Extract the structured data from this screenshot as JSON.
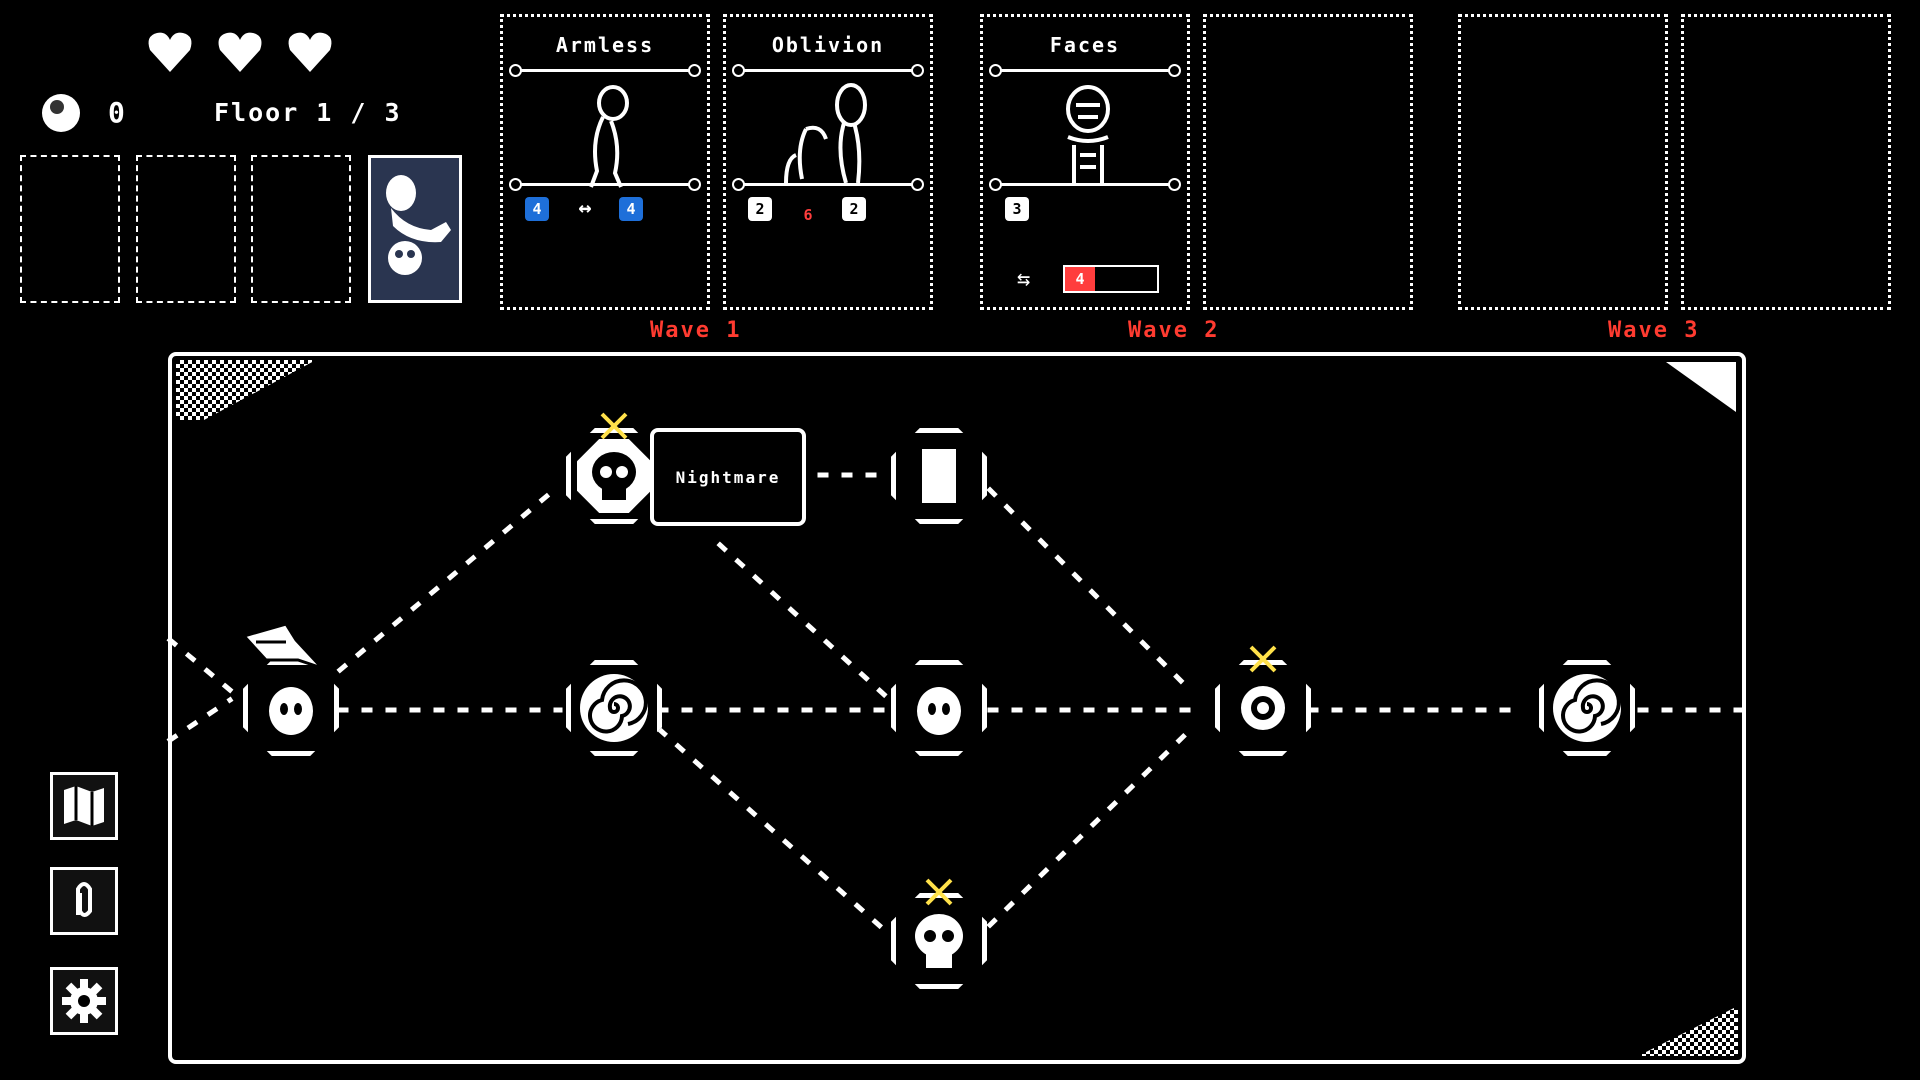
{
  "hud": {
    "hearts": 3,
    "currency_value": "0",
    "floor_label": "Floor 1 / 3"
  },
  "item_slots": [
    "empty",
    "empty",
    "empty",
    "beast-card"
  ],
  "cards": [
    {
      "name": "Armless",
      "stats": [
        "4",
        "↔",
        "4"
      ]
    },
    {
      "name": "Oblivion",
      "stats": [
        "2",
        "6",
        "2"
      ]
    },
    {
      "name": "Faces",
      "stats": [
        "3"
      ],
      "charge": "4"
    }
  ],
  "waves": [
    "Wave 1",
    "Wave 2",
    "Wave 3"
  ],
  "map": {
    "nightmare_label": "Nightmare",
    "nodes": [
      {
        "id": "start",
        "icon": "ghost-icon"
      },
      {
        "id": "spiral-1",
        "icon": "spiral-icon"
      },
      {
        "id": "nightmare",
        "icon": "skull-icon"
      },
      {
        "id": "card",
        "icon": "card-icon"
      },
      {
        "id": "ghost-mid",
        "icon": "ghost-icon"
      },
      {
        "id": "skull-bottom",
        "icon": "skull-icon"
      },
      {
        "id": "eye",
        "icon": "eye-icon"
      },
      {
        "id": "spiral-2",
        "icon": "spiral-icon"
      }
    ]
  },
  "side_buttons": [
    "map-icon",
    "paperclip-icon",
    "gear-icon"
  ],
  "colors": {
    "wave": "#ff3b30",
    "crossed_swords": "#ffe14a",
    "stat_blue": "#1e6fd9"
  }
}
